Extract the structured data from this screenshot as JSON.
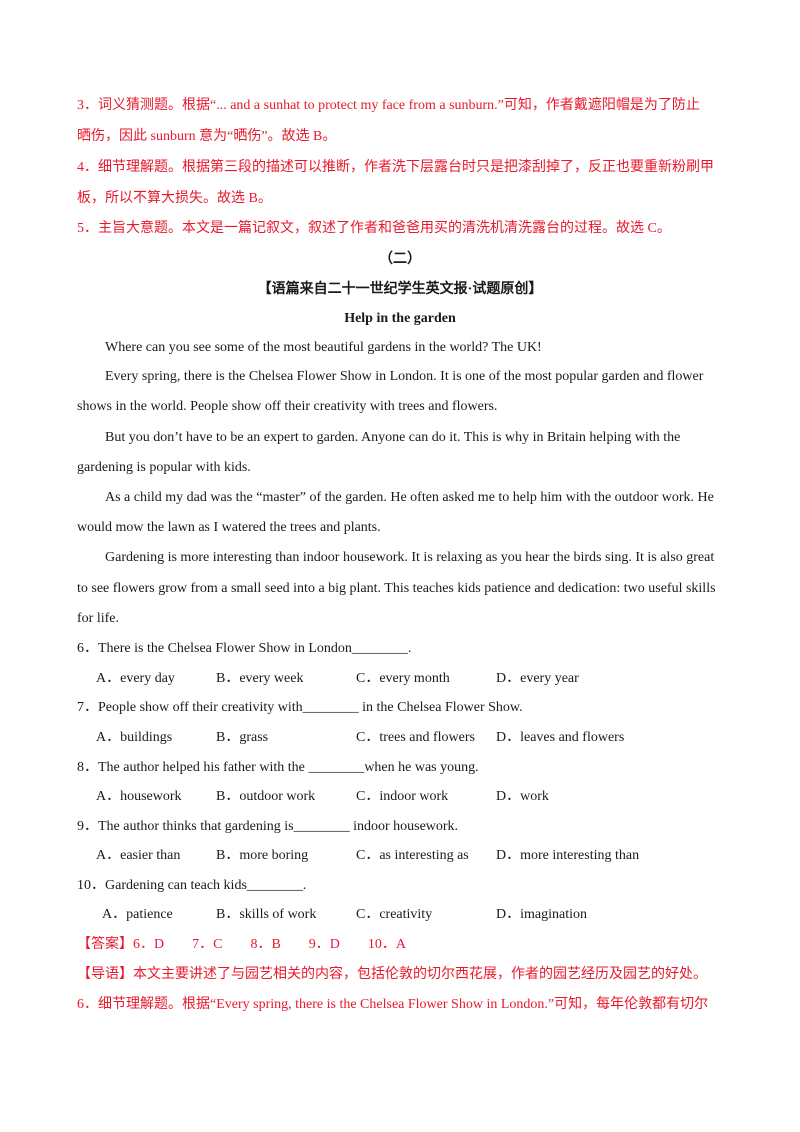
{
  "analysis_top": [
    "3．词义猜测题。根据“... and a sunhat to protect my face from a sunburn.”可知，作者戴遮阳帽是为了防止",
    "晒伤，因此 sunburn 意为“晒伤”。故选 B。",
    "4．细节理解题。根据第三段的描述可以推断，作者洗下层露台时只是把漆刮掉了，反正也要重新粉刷甲",
    "板，所以不算大损失。故选 B。",
    "5．主旨大意题。本文是一篇记叙文，叙述了作者和爸爸用买的清洗机清洗露台的过程。故选 C。"
  ],
  "section_number": "（二）",
  "source_line": "【语篇来自二十一世纪学生英文报·试题原创】",
  "passage_title": "Help in the garden",
  "passage_lines": [
    "Where can you see some of the most beautiful gardens in the world? The UK!",
    "Every spring, there is the Chelsea Flower Show in London. It is one of the most popular garden and flower",
    "shows in the world. People show off their creativity with trees and flowers.",
    "But you don’t have to be an expert to garden. Anyone can do it. This is why in Britain helping with the",
    "gardening is popular with kids.",
    "As a child my dad was the “master” of the garden. He often asked me to help him with the outdoor work. He",
    "would mow the lawn as I watered the trees and plants.",
    "Gardening is more interesting than indoor housework. It is relaxing as you hear the birds sing. It is also great",
    "to see flowers grow from a small seed into a big plant. This teaches kids patience and dedication: two useful skills",
    "for life."
  ],
  "questions": [
    {
      "stem": "6．There is the Chelsea Flower Show in London________.",
      "options": [
        "A．every day",
        "B．every week",
        "C．every month",
        "D．every year"
      ]
    },
    {
      "stem": "7．People show off their creativity with________ in the Chelsea Flower Show.",
      "options": [
        "A．buildings",
        "B．grass",
        "C．trees and flowers",
        "D．leaves and flowers"
      ]
    },
    {
      "stem": "8．The author helped his father with the ________when he was young.",
      "options": [
        "A．housework",
        "B．outdoor work",
        "C．indoor work",
        "D．work"
      ]
    },
    {
      "stem": "9．The author thinks that gardening is________ indoor housework.",
      "options": [
        "A．easier than",
        "B．more boring",
        "C．as interesting as",
        "D．more interesting than"
      ]
    },
    {
      "stem": "10．Gardening can teach kids________.",
      "options": [
        "A．patience",
        "B．skills of work",
        "C．creativity",
        "D．imagination"
      ]
    }
  ],
  "answer_line": "【答案】6．D　　7．C　　8．B　　9．D　　10．A",
  "guide_line": "【导语】本文主要讲述了与园艺相关的内容，包括伦敦的切尔西花展，作者的园艺经历及园艺的好处。",
  "analysis_bottom": "6．细节理解题。根据“Every spring, there is the Chelsea Flower Show in London.”可知，每年伦敦都有切尔",
  "colors": {
    "accent_red": "#e8192c",
    "text": "#1a1a1a"
  }
}
